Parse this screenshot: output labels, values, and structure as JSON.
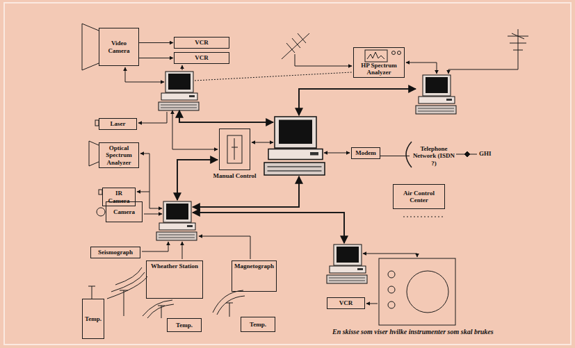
{
  "diagram": {
    "caption": "En skisse som viser hvilke instrumenter som skal brukes",
    "nodes": [
      {
        "text": [
          "Video Camera"
        ]
      },
      {
        "text": [
          "VCR"
        ]
      },
      {
        "text": [
          "VCR"
        ]
      },
      {
        "text": [
          "HP Spectrum Analyzer"
        ]
      },
      {
        "text": [
          "Laser"
        ]
      },
      {
        "text": [
          "Manual Control"
        ]
      },
      {
        "text": [
          "Modem"
        ]
      },
      {
        "text": [
          "Telephone Network (ISDN ?)"
        ]
      },
      {
        "text": [
          "Optical Spectrum Analyzer"
        ]
      },
      {
        "text": [
          "Air Control Center"
        ]
      },
      {
        "text": [
          "IR Camera"
        ]
      },
      {
        "text": [
          "Camera"
        ]
      },
      {
        "text": [
          "Seismograph"
        ]
      },
      {
        "text": [
          "Wheather Station"
        ]
      },
      {
        "text": [
          "Magnetograph"
        ]
      },
      {
        "text": [
          "Temp."
        ]
      },
      {
        "text": [
          "Temp."
        ]
      },
      {
        "text": [
          "Temp."
        ]
      },
      {
        "text": [
          "VCR"
        ]
      }
    ],
    "edges": [
      {
        "from": 0,
        "to": 1,
        "arrow": "to"
      },
      {
        "from": 0,
        "to": 2,
        "arrow": "to"
      },
      {
        "from": 6,
        "to": 7,
        "arrow": "none"
      }
    ],
    "labels": [
      "GHI"
    ]
  }
}
